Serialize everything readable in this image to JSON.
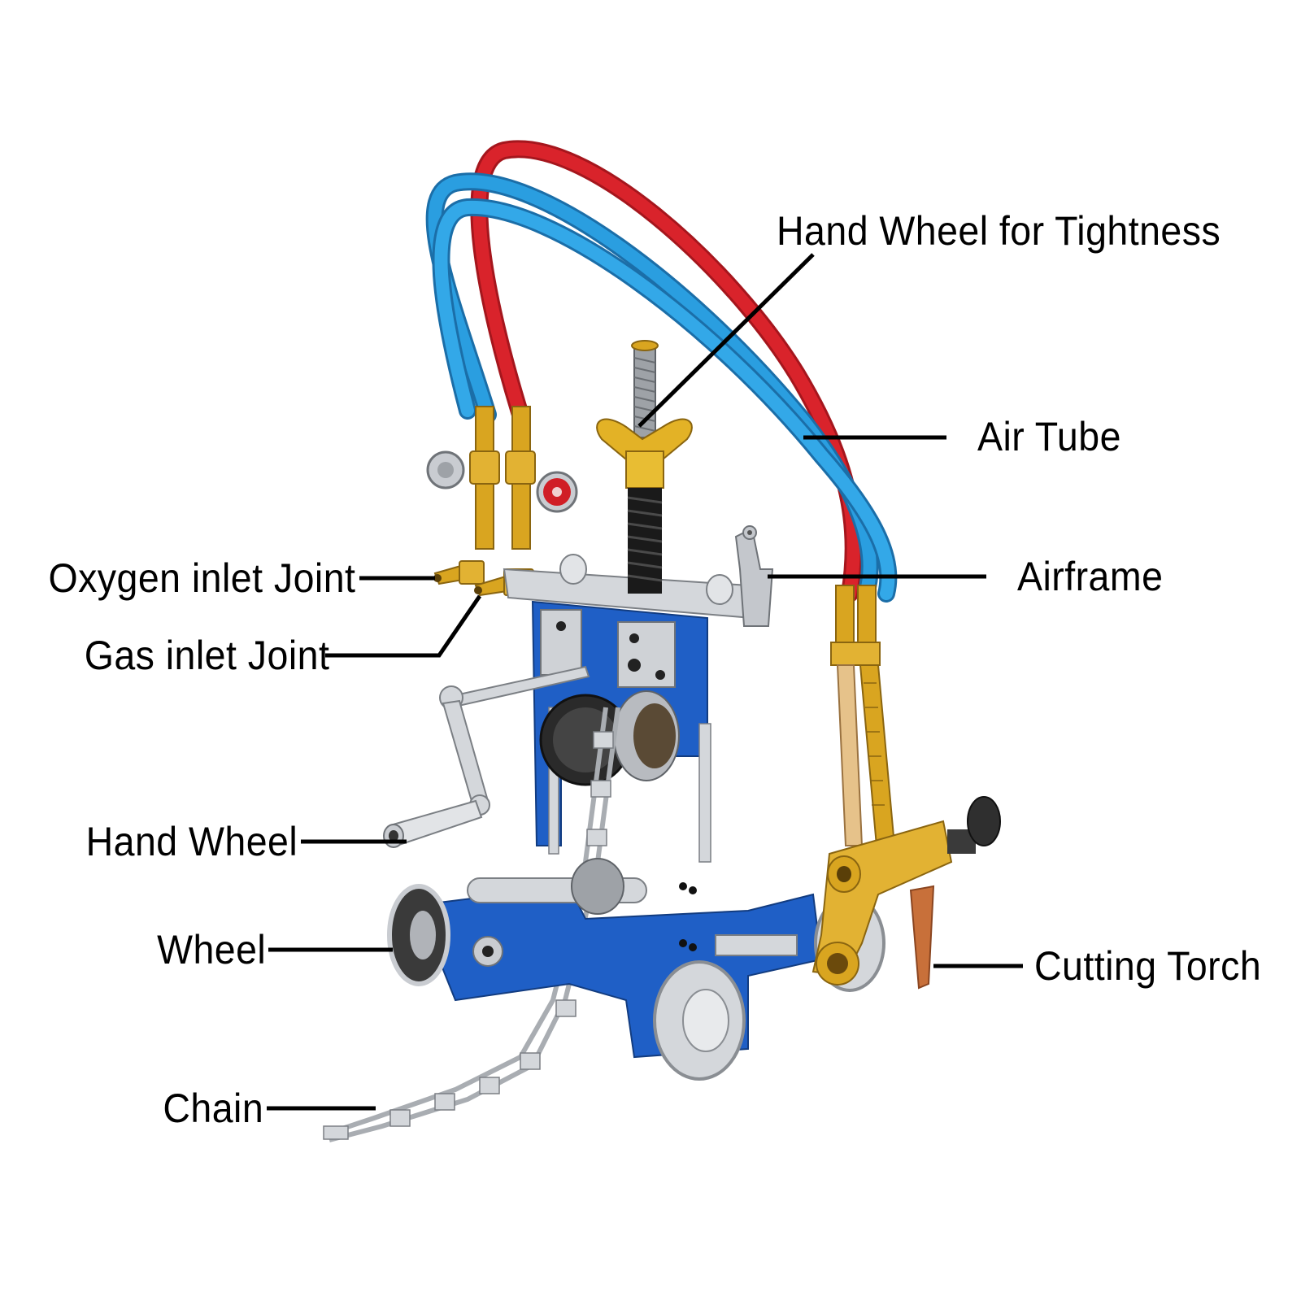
{
  "diagram": {
    "subject": "Pipe cutting machine with oxy-fuel cutting torch",
    "background_color": "#ffffff",
    "leader_line_color": "#000000",
    "colors": {
      "frame_blue": "#1f5fc6",
      "air_tube_blue": "#2a9ee0",
      "gas_tube_red": "#d9232b",
      "brass": "#d9a520",
      "copper_tip": "#c8703a",
      "steel": "#c9ccd1"
    },
    "labels": [
      {
        "id": "hand-wheel-tightness",
        "text": "Hand Wheel for Tightness"
      },
      {
        "id": "air-tube",
        "text": "Air Tube"
      },
      {
        "id": "oxygen-inlet-joint",
        "text": "Oxygen inlet Joint"
      },
      {
        "id": "airframe",
        "text": "Airframe"
      },
      {
        "id": "gas-inlet-joint",
        "text": "Gas inlet Joint"
      },
      {
        "id": "hand-wheel",
        "text": "Hand Wheel"
      },
      {
        "id": "wheel",
        "text": "Wheel"
      },
      {
        "id": "cutting-torch",
        "text": "Cutting Torch"
      },
      {
        "id": "chain",
        "text": "Chain"
      }
    ]
  }
}
